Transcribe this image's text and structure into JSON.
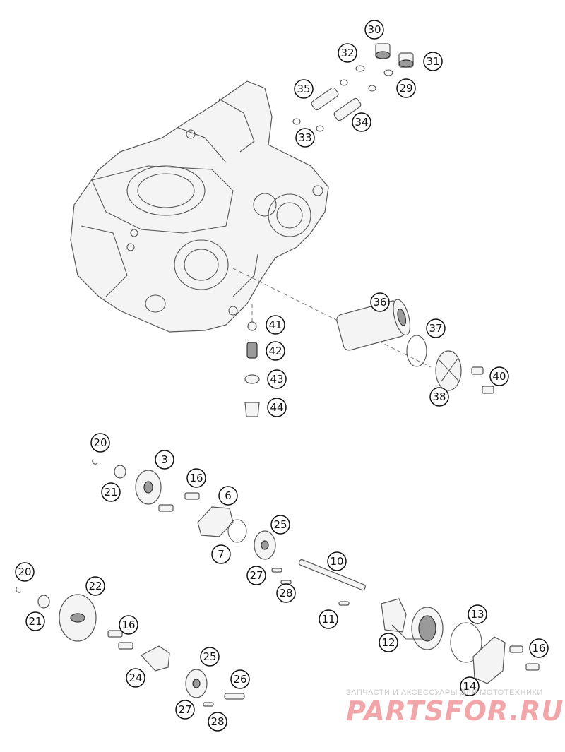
{
  "diagram": {
    "part_labels": [
      "30",
      "32",
      "31",
      "35",
      "29",
      "34",
      "33",
      "36",
      "41",
      "37",
      "42",
      "40",
      "43",
      "38",
      "44",
      "20",
      "3",
      "16",
      "21",
      "6",
      "25",
      "7",
      "10",
      "27",
      "28",
      "20",
      "22",
      "11",
      "13",
      "21",
      "16",
      "12",
      "16",
      "25",
      "24",
      "26",
      "14",
      "27",
      "28"
    ]
  },
  "watermark": {
    "line1": "ЗАПЧАСТИ И АКСЕССУАРЫ ДЛЯ МОТОТЕХНИКИ",
    "line2": "PARTSFOR.RU"
  }
}
